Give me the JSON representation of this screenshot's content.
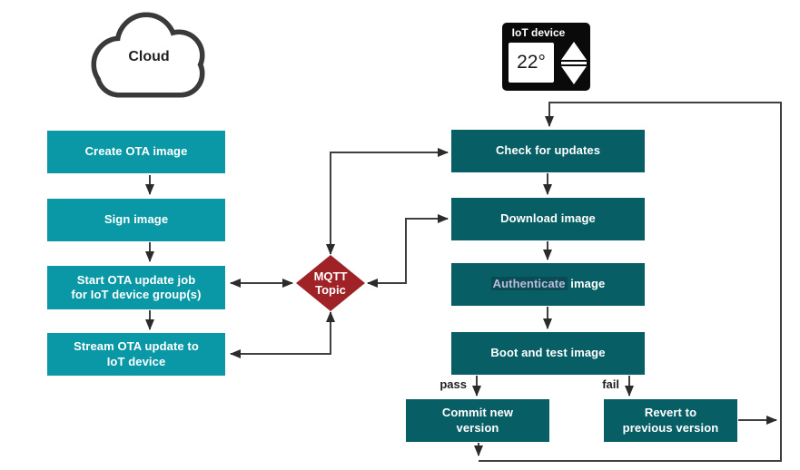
{
  "colors": {
    "cloud_step_fill": "#0A98A6",
    "device_step_fill": "#075E64",
    "mqtt_fill": "#9E2226",
    "connector": "#3F3F3F",
    "arrowhead": "#2B2B2B",
    "text_on_fill": "#FFFFFF",
    "highlight_text": "#B7BEDD",
    "highlight_background": "#0B4B54",
    "device_background": "#0A0A0A"
  },
  "cloud": {
    "label": "Cloud"
  },
  "iot_device": {
    "label": "IoT device",
    "temperature": "22°"
  },
  "mqtt": {
    "label": "MQTT\nTopic"
  },
  "cloud_steps": [
    {
      "id": "create-ota-image",
      "label": "Create OTA image"
    },
    {
      "id": "sign-image",
      "label": "Sign image"
    },
    {
      "id": "start-ota-update-job",
      "label": "Start OTA update job\nfor IoT device group(s)"
    },
    {
      "id": "stream-ota-update",
      "label": "Stream OTA update to\nIoT device"
    }
  ],
  "device_steps": [
    {
      "id": "check-for-updates",
      "label": "Check for updates"
    },
    {
      "id": "download-image",
      "label": "Download image"
    },
    {
      "id": "authenticate-image",
      "label_highlight": "Authenticate",
      "label_rest": "image"
    },
    {
      "id": "boot-and-test-image",
      "label": "Boot and test image"
    },
    {
      "id": "commit-new-version",
      "label": "Commit new\nversion"
    },
    {
      "id": "revert-previous-version",
      "label": "Revert to\nprevious version"
    }
  ],
  "branch_labels": {
    "pass": "pass",
    "fail": "fail"
  }
}
